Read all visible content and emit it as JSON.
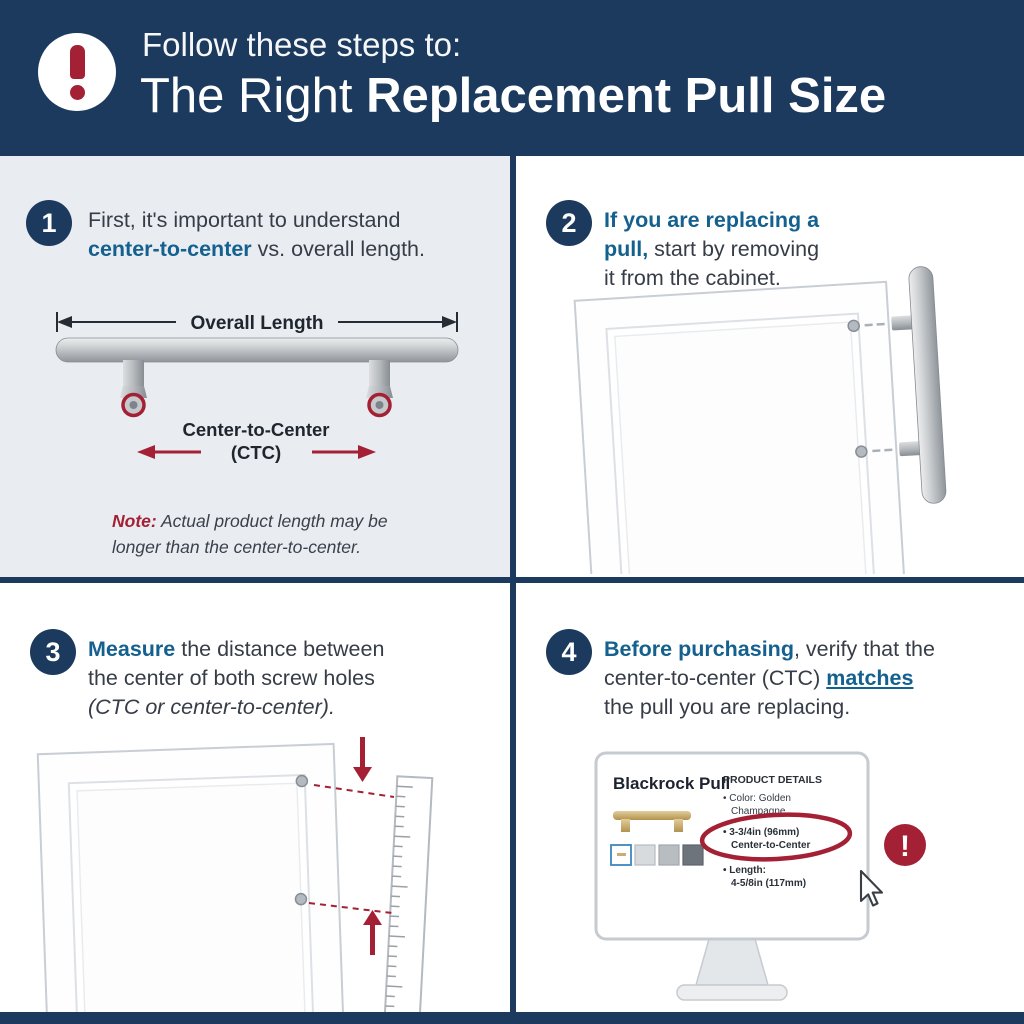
{
  "header": {
    "alert_icon": "!",
    "intro": "Follow these steps to:",
    "title_regular": "The Right ",
    "title_bold": "Replacement Pull Size"
  },
  "colors": {
    "navy": "#1b3a5e",
    "dark_red": "#a32035",
    "accent_blue": "#14608e",
    "panel1_bg": "#e9edf2"
  },
  "step1": {
    "number": "1",
    "line1": "First, it's important to understand",
    "accent": "center-to-center",
    "line2_rest": " vs. overall length."
  },
  "step2": {
    "number": "2",
    "accent_line1": "If you are replacing a",
    "accent_line2": "pull,",
    "rest_line2": " start by removing",
    "line3": "it from the cabinet."
  },
  "step3": {
    "number": "3",
    "accent": "Measure",
    "rest_line1": " the distance between",
    "line2": "the center of both screw holes",
    "line3_italic": "(CTC or center-to-center)."
  },
  "step4": {
    "number": "4",
    "accent1": "Before purchasing",
    "rest_line1": ", verify that the",
    "line2_start": "center-to-center (CTC) ",
    "accent2_underlined": "matches",
    "line3": "the pull you are replacing."
  },
  "diagram1": {
    "overall_length_label": "Overall Length",
    "ctc_label": "Center-to-Center",
    "ctc_abbrev": "(CTC)",
    "note_label": "Note:",
    "note_line1": "Actual product length may be",
    "note_line2": "longer than the center-to-center."
  },
  "monitor": {
    "product_title": "Blackrock Pull",
    "details_header": "PRODUCT DETAILS",
    "bullet_color_line1": "• Color: Golden",
    "bullet_color_line2": "Champagne",
    "bullet_ctc_line1": "• 3-3/4in (96mm)",
    "bullet_ctc_line2": "Center-to-Center",
    "bullet_length_line1": "• Length:",
    "bullet_length_line2": "4-5/8in (117mm)",
    "alert_icon": "!"
  }
}
